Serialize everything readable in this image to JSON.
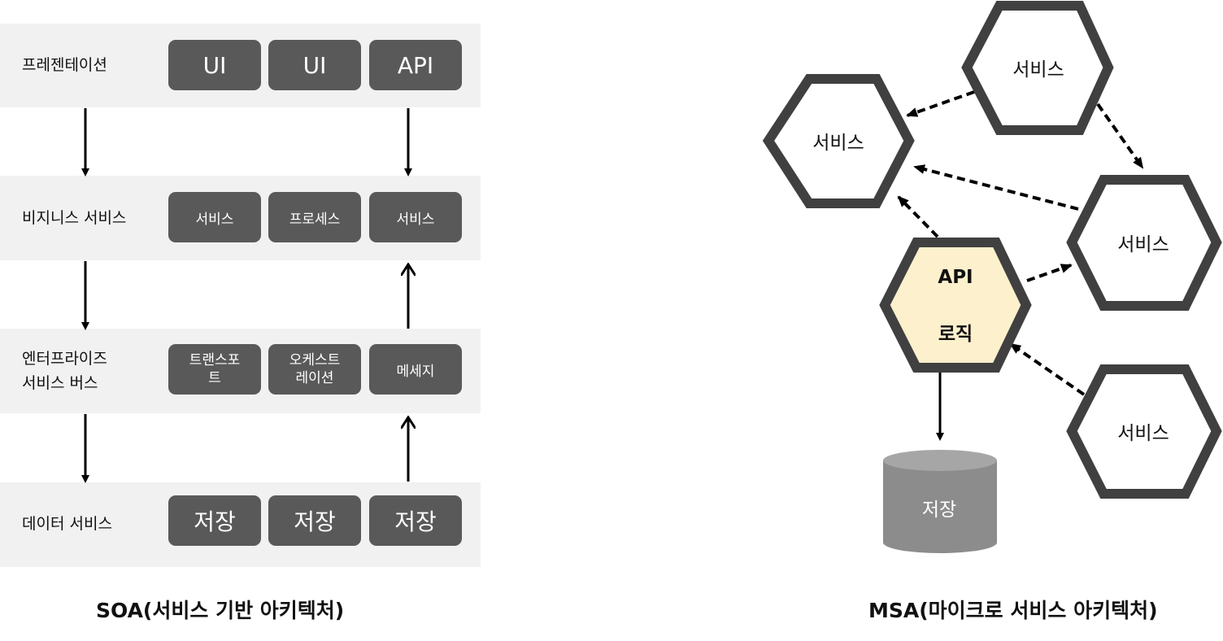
{
  "soa": {
    "rows": [
      {
        "label": "프레젠테이션",
        "boxes": [
          "UI",
          "UI",
          "API"
        ]
      },
      {
        "label": "비지니스 서비스",
        "boxes": [
          "서비스",
          "프로세스",
          "서비스"
        ]
      },
      {
        "label_line1": "엔터프라이즈",
        "label_line2": "서비스 버스",
        "boxes": [
          "트랜스포\n트",
          "오케스트\n레이션",
          "메세지"
        ]
      },
      {
        "label": "데이터 서비스",
        "boxes": [
          "저장",
          "저장",
          "저장"
        ]
      }
    ],
    "caption": "SOA(서비스 기반 아키텍처)"
  },
  "msa": {
    "service_label": "서비스",
    "core_line1": "API",
    "core_line2": "로직",
    "storage": "저장",
    "caption": "MSA(마이크로 서비스 아키텍처)"
  },
  "colors": {
    "band": "#f1f1f1",
    "box": "#595959",
    "hex_stroke": "#404040",
    "core_fill": "#fdf0cc",
    "cylinder": "#8c8c8c"
  }
}
